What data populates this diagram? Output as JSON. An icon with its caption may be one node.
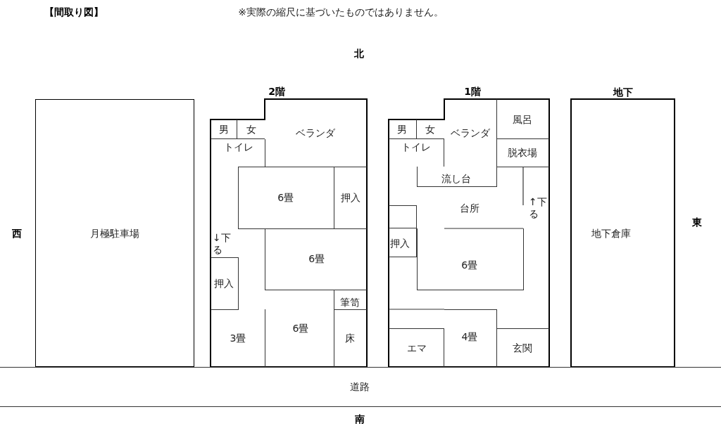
{
  "diagram": {
    "title": "【間取り図】",
    "nodes": [
      {
        "text": [
          "月極駐車場"
        ]
      },
      {
        "text": [
          "2階"
        ]
      },
      {
        "text": [
          "男"
        ],
        "in": 1
      },
      {
        "text": [
          "女"
        ],
        "in": 1
      },
      {
        "text": [
          "トイレ"
        ],
        "in": 1
      },
      {
        "text": [
          "ベランダ"
        ],
        "in": 1
      },
      {
        "text": [
          "6畳"
        ],
        "in": 1
      },
      {
        "text": [
          "押入"
        ],
        "in": 1
      },
      {
        "text": [
          "6畳"
        ],
        "in": 1
      },
      {
        "text": [
          "押入"
        ],
        "in": 1
      },
      {
        "text": [
          "筆笥"
        ],
        "in": 1
      },
      {
        "text": [
          "3畳"
        ],
        "in": 1
      },
      {
        "text": [
          "6畳"
        ],
        "in": 1
      },
      {
        "text": [
          "床"
        ],
        "in": 1
      },
      {
        "text": [
          "1階"
        ]
      },
      {
        "text": [
          "男"
        ],
        "in": 14
      },
      {
        "text": [
          "女"
        ],
        "in": 14
      },
      {
        "text": [
          "トイレ"
        ],
        "in": 14
      },
      {
        "text": [
          "ベランダ"
        ],
        "in": 14
      },
      {
        "text": [
          "風呂"
        ],
        "in": 14
      },
      {
        "text": [
          "脱衣場"
        ],
        "in": 14
      },
      {
        "text": [
          "流し台"
        ],
        "in": 14
      },
      {
        "text": [
          "台所"
        ],
        "in": 14
      },
      {
        "text": [],
        "shape": "box",
        "in": 14
      },
      {
        "text": [
          "押入"
        ],
        "in": 14
      },
      {
        "text": [
          "6畳"
        ],
        "in": 14
      },
      {
        "text": [
          "4畳"
        ],
        "in": 14
      },
      {
        "text": [
          "エマ"
        ],
        "in": 14
      },
      {
        "text": [
          "玄関"
        ],
        "in": 14
      },
      {
        "text": [
          "地下",
          "地下倉庫"
        ]
      },
      {
        "text": [
          "道路"
        ]
      }
    ],
    "labels": [
      "※実際の縮尺に基づいたものではありません。",
      "北",
      "↓下る",
      "↑下る",
      "西",
      "東",
      "南"
    ]
  }
}
